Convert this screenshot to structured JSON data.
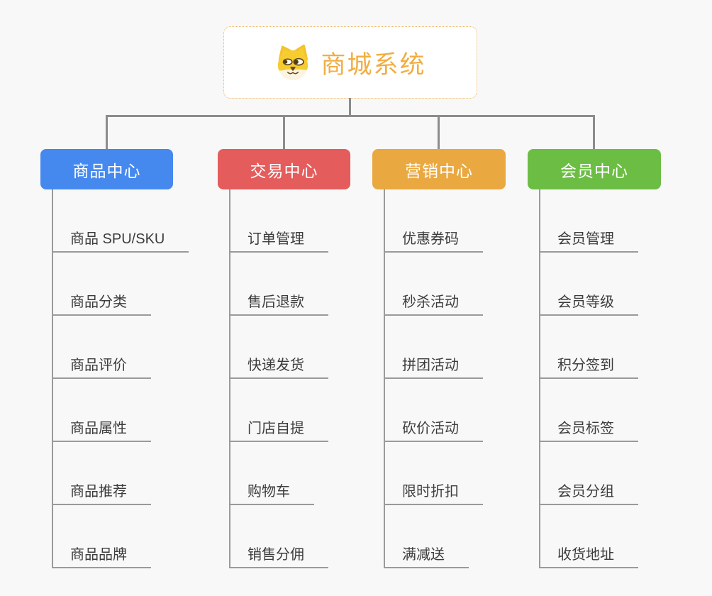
{
  "root": {
    "title": "商城系统",
    "icon": "dog-face-icon"
  },
  "colors": {
    "background": "#F8F8F8",
    "connector": "#8C8C8C",
    "leaf_line": "#9A9A9A",
    "leaf_text": "#3C3C3C",
    "root_title": "#F1AE43",
    "root_border": "#EFB45C"
  },
  "branches": [
    {
      "label": "商品中心",
      "color": "#4589EF",
      "children": [
        "商品 SPU/SKU",
        "商品分类",
        "商品评价",
        "商品属性",
        "商品推荐",
        "商品品牌"
      ]
    },
    {
      "label": "交易中心",
      "color": "#E45C5C",
      "children": [
        "订单管理",
        "售后退款",
        "快递发货",
        "门店自提",
        "购物车",
        "销售分佣"
      ]
    },
    {
      "label": "营销中心",
      "color": "#EAA840",
      "children": [
        "优惠券码",
        "秒杀活动",
        "拼团活动",
        "砍价活动",
        "限时折扣",
        "满减送"
      ]
    },
    {
      "label": "会员中心",
      "color": "#6CBD44",
      "children": [
        "会员管理",
        "会员等级",
        "积分签到",
        "会员标签",
        "会员分组",
        "收货地址"
      ]
    }
  ]
}
